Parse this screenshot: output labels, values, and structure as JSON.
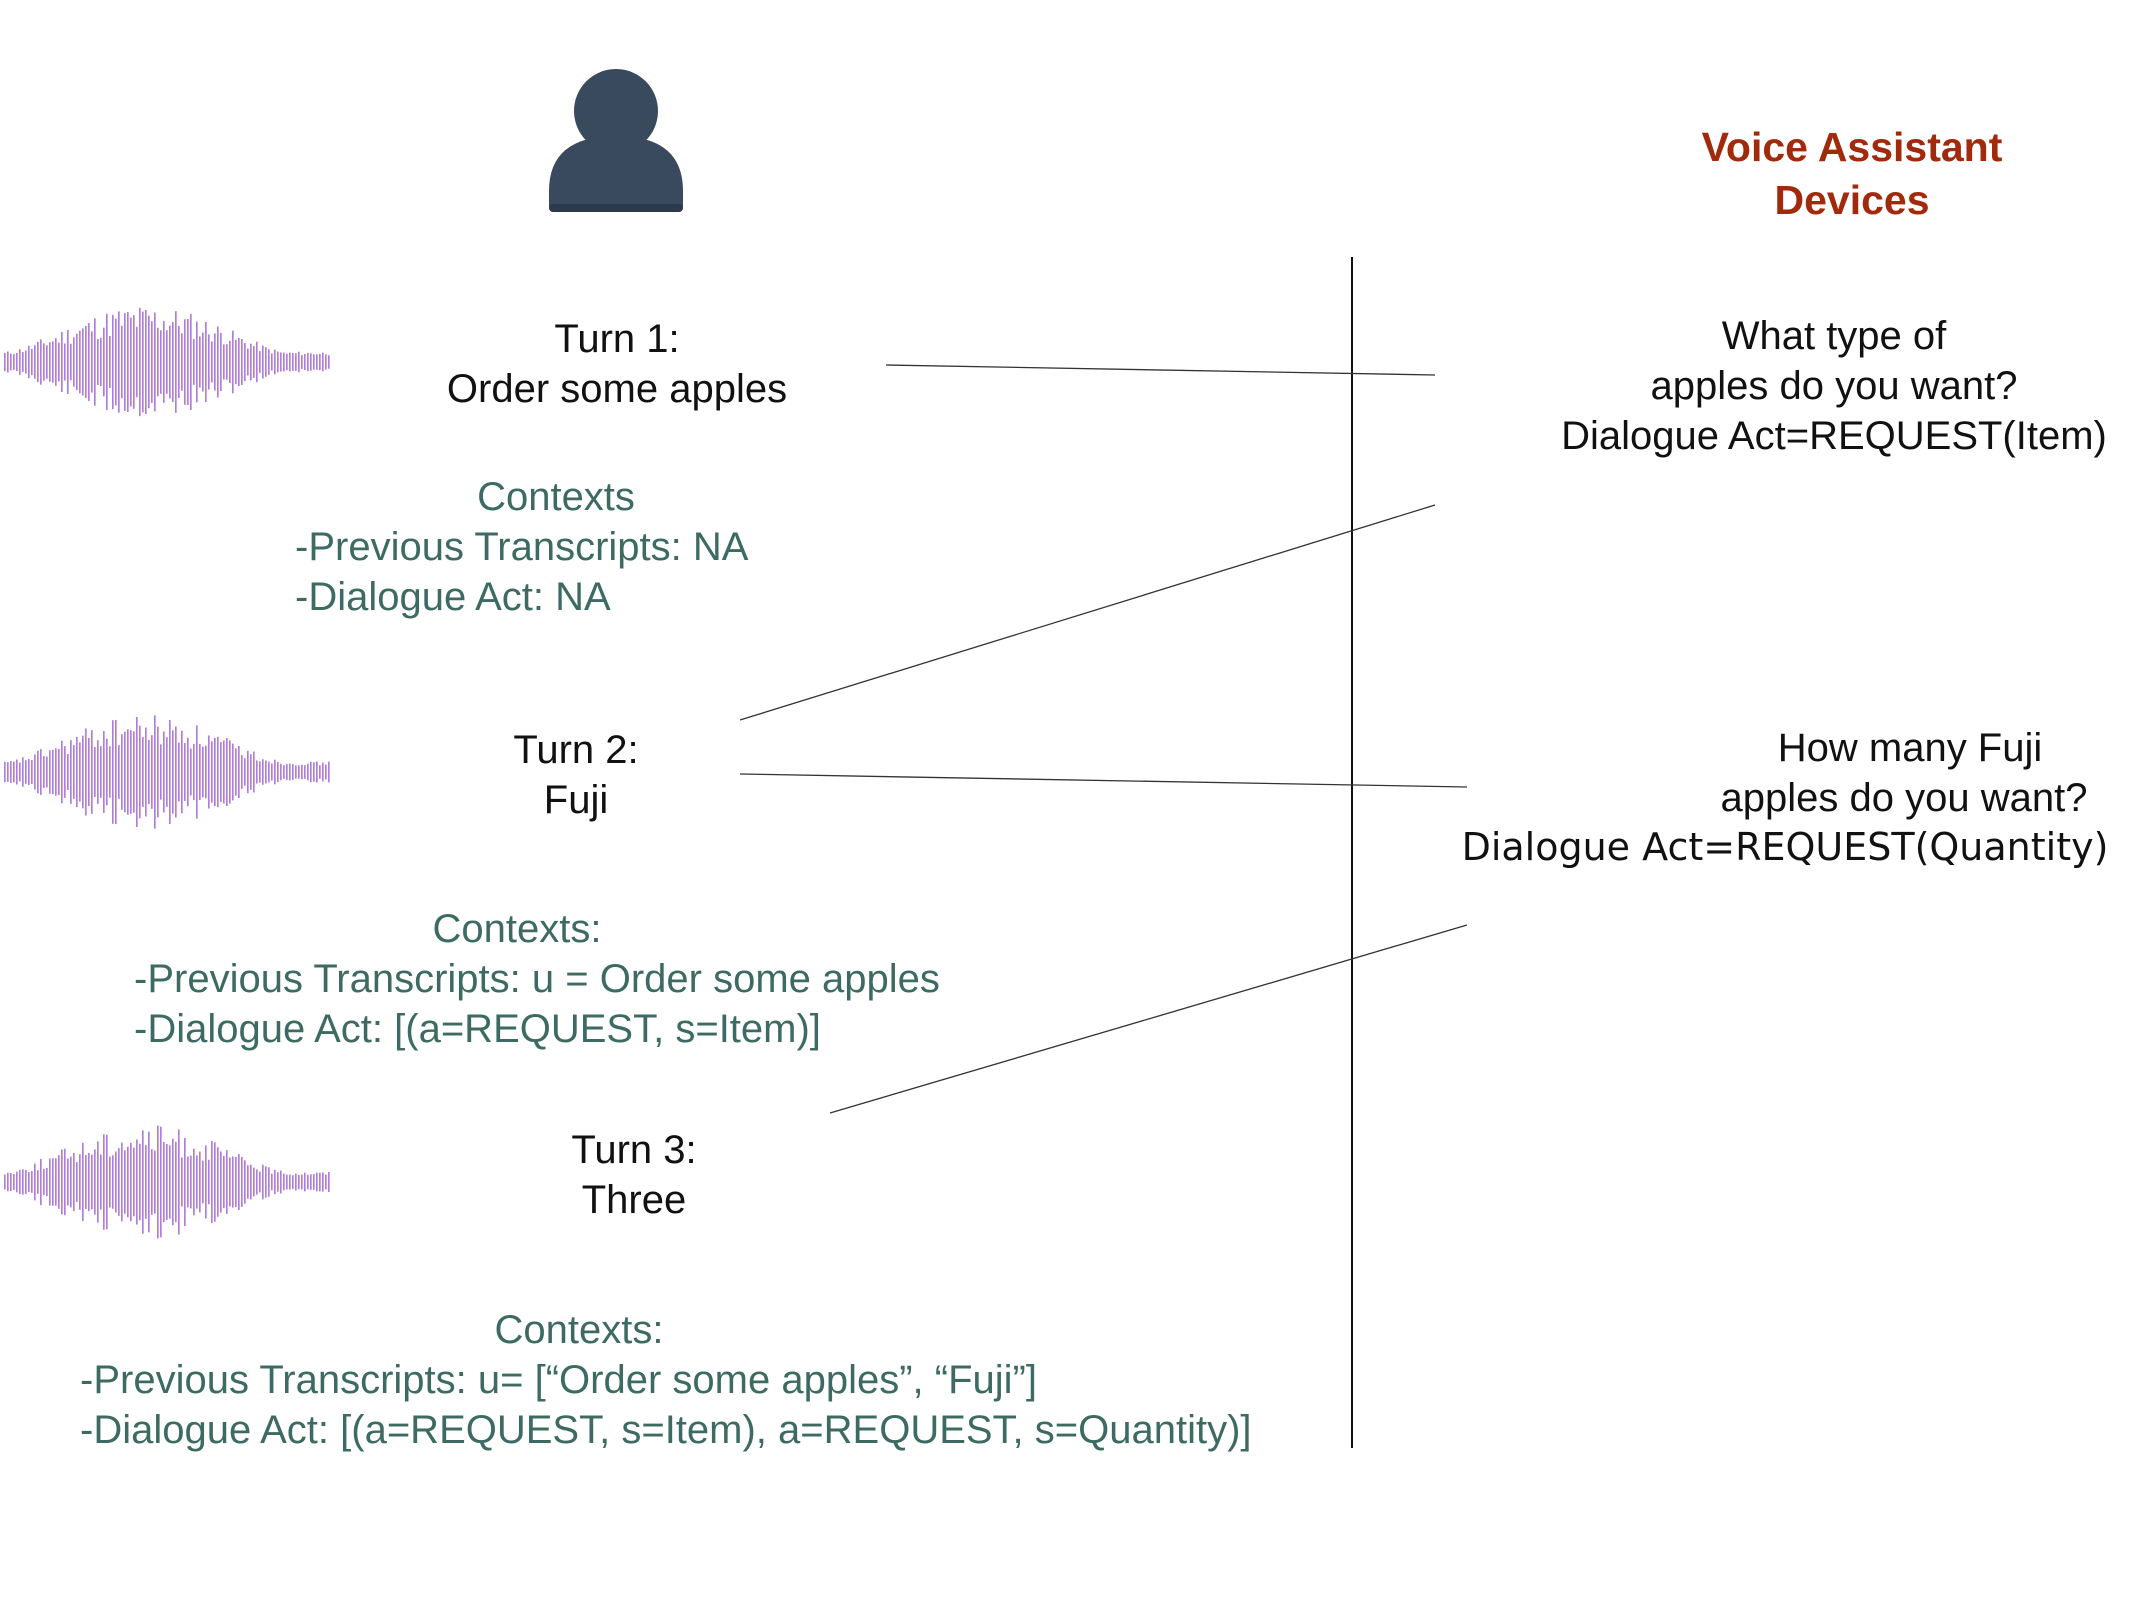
{
  "title": {
    "line1": "Voice Assistant",
    "line2": "Devices",
    "color": "#a22a0c"
  },
  "icons": {
    "user": "user-silhouette-icon",
    "waveform": "audio-waveform-icon"
  },
  "colors": {
    "context_text": "#3d6b63",
    "user_icon": "#3a4a5e",
    "wave_start": "#6fb6ea",
    "wave_mid": "#b45be0",
    "wave_end": "#e26ab2"
  },
  "turns": [
    {
      "label": "Turn 1:",
      "utterance": "Order some apples",
      "contexts": {
        "heading": "Contexts",
        "previous_transcripts": "-Previous Transcripts: NA",
        "dialogue_act": "-Dialogue Act: NA"
      }
    },
    {
      "label": "Turn 2:",
      "utterance": "Fuji",
      "contexts": {
        "heading": "Contexts:",
        "previous_transcripts": "-Previous Transcripts: u = Order some apples",
        "dialogue_act": "-Dialogue Act: [(a=REQUEST, s=Item)]"
      }
    },
    {
      "label": "Turn 3:",
      "utterance": "Three",
      "contexts": {
        "heading": "Contexts:",
        "previous_transcripts": "-Previous Transcripts: u= [“Order some apples”, “Fuji”]",
        "dialogue_act": "-Dialogue Act:  [(a=REQUEST, s=Item), a=REQUEST, s=Quantity)]"
      }
    }
  ],
  "responses": [
    {
      "line1": "What type of",
      "line2": "apples do you want?",
      "dialogue_act": "Dialogue Act=REQUEST(Item)"
    },
    {
      "line1": "How many Fuji",
      "line2": "apples do you want?",
      "dialogue_act": "Dialogue Act=REQUEST(Quantity)"
    }
  ]
}
